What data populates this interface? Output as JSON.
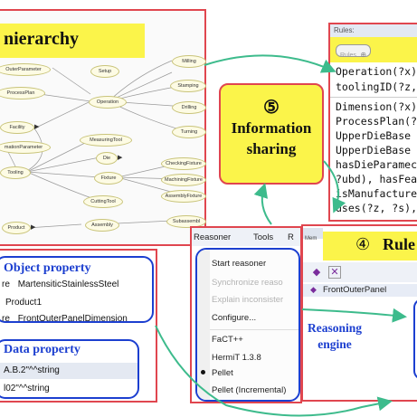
{
  "hierarchy": {
    "title": "nierarchy",
    "nodes": {
      "outer_parameter": "OuterParameter",
      "setup": "Setup",
      "milling": "Milling",
      "process_plan": "ProcessPlan",
      "operation": "Operation",
      "stamping": "Stamping",
      "drilling": "Drilling",
      "facility": "Facility",
      "measuring_tool": "MeasuringTool",
      "turning": "Turning",
      "information_parameter": "mationParameter",
      "die": "Die",
      "checking_fixture": "CheckingFixture",
      "tooling": "Tooling",
      "fixture": "Fixture",
      "machining_fixture": "MachiningFixture",
      "cutting_tool": "CuttingTool",
      "assembly_fixture": "AssemblyFixture",
      "product": "Product",
      "assembly": "Assembly",
      "subassembly": "Subassembl"
    }
  },
  "rules_panel": {
    "header": "Rules:",
    "chip_label": "Rules",
    "lines": [
      "Operation(?x),",
      "toolingID(?z, ",
      "Dimension(?x)",
      "ProcessPlan(?",
      "UpperDieBase",
      "UpperDieBase",
      "hasDieParamec",
      "?ubd), hasFea",
      "isManufacture",
      "uses(?z, ?s),"
    ]
  },
  "info_sharing": {
    "number": "⑤",
    "line1": "Information",
    "line2": "sharing"
  },
  "rules_step": {
    "number": "④",
    "label": "Rule",
    "tab_label": "Mem",
    "item": "FrontOuterPanel"
  },
  "reasoner_menu": {
    "tabs": [
      "Reasoner",
      "Tools",
      "R"
    ],
    "items": [
      {
        "label": "Start reasoner",
        "enabled": true
      },
      {
        "label": "Synchronize reaso",
        "enabled": false
      },
      {
        "label": "Explain inconsister",
        "enabled": false
      },
      {
        "label": "Configure...",
        "enabled": true
      },
      {
        "label": "FaCT++",
        "enabled": true
      },
      {
        "label": "HermiT 1.3.8",
        "enabled": true
      },
      {
        "label": "Pellet",
        "enabled": true
      },
      {
        "label": "Pellet (Incremental)",
        "enabled": true
      }
    ],
    "selected": "Pellet"
  },
  "reasoning_engine": {
    "line1": "Reasoning",
    "line2": "engine"
  },
  "object_property": {
    "title": "Object property",
    "rows": [
      {
        "prefix": "re",
        "value": "MartensiticStainlessSteel"
      },
      {
        "prefix": "",
        "value": "Product1"
      },
      {
        "prefix": "re",
        "value": "FrontOuterPanelDimension"
      }
    ]
  },
  "data_property": {
    "title": "Data property",
    "rows": [
      {
        "value": "A.B.2\"^^string"
      },
      {
        "value": "l02\"^^string"
      }
    ]
  },
  "colors": {
    "red_frame": "#e0464f",
    "blue_frame": "#1c3fd0",
    "yellow": "#fbf44a",
    "arrow_green": "#3dbb8c"
  }
}
